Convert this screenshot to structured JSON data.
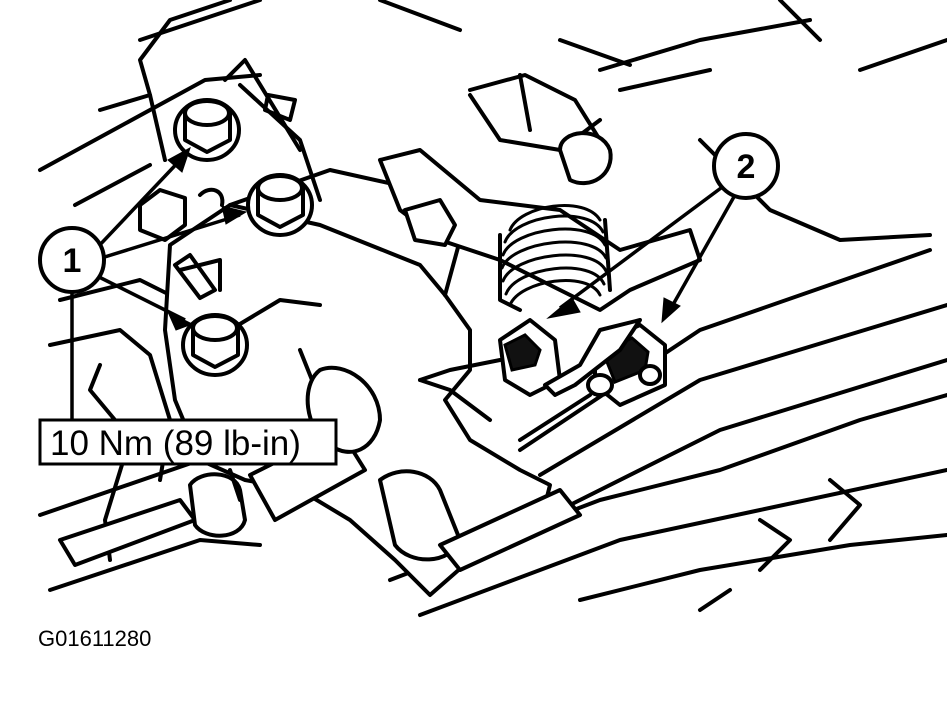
{
  "callouts": {
    "bolts_number": "1",
    "connectors_number": "2"
  },
  "torque_spec": "10 Nm (89 lb-in)",
  "figure_id": "G01611280"
}
